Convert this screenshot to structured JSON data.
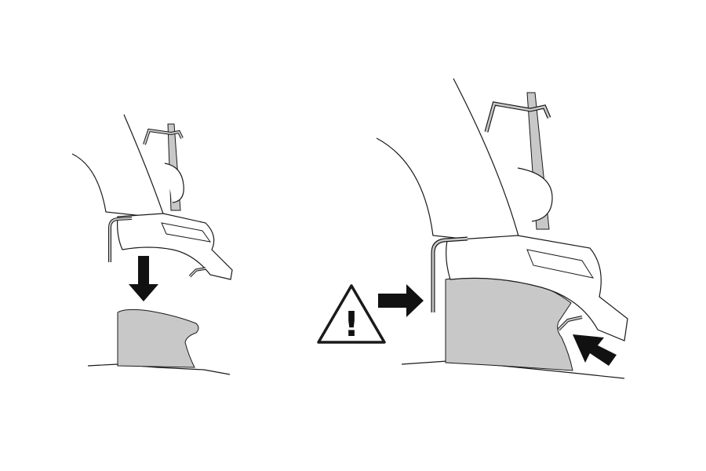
{
  "colors": {
    "background": "#ffffff",
    "outline": "#1a1a1a",
    "gray_fill": "#c8c8c8",
    "gray_dark": "#9a9a9a",
    "black": "#111111"
  },
  "steps": [
    {
      "id": "step-1",
      "arrows": [
        "arrow-down"
      ]
    },
    {
      "id": "step-2",
      "arrows": [
        "arrow-right",
        "arrow-diagonal-up-left"
      ],
      "warning": "warning-triangle-icon"
    }
  ],
  "warning": {
    "symbol": "!"
  }
}
